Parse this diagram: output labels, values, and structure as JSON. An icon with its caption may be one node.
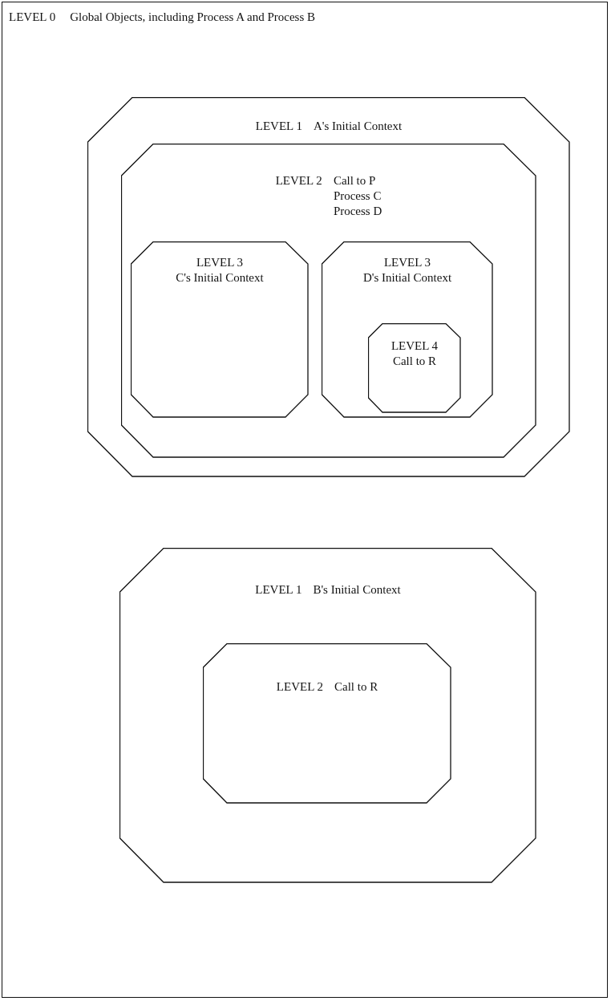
{
  "diagram": {
    "nodes": [
      {
        "text": [
          "LEVEL 0",
          "Global Objects, including Process A and Process B"
        ]
      },
      {
        "text": [
          "LEVEL 1",
          "A's Initial Context"
        ],
        "in": 0
      },
      {
        "text": [
          "LEVEL 2",
          "Call to P",
          "Process C",
          "Process D"
        ],
        "in": 1
      },
      {
        "text": [
          "LEVEL 3",
          "C's Initial Context"
        ],
        "in": 2
      },
      {
        "text": [
          "LEVEL 3",
          "D's Initial Context"
        ],
        "in": 2
      },
      {
        "text": [
          "LEVEL 4",
          "Call to R"
        ],
        "in": 4
      },
      {
        "text": [
          "LEVEL 1",
          "B's Initial Context"
        ],
        "in": 0
      },
      {
        "text": [
          "LEVEL 2",
          "Call to R"
        ],
        "in": 6
      }
    ]
  }
}
